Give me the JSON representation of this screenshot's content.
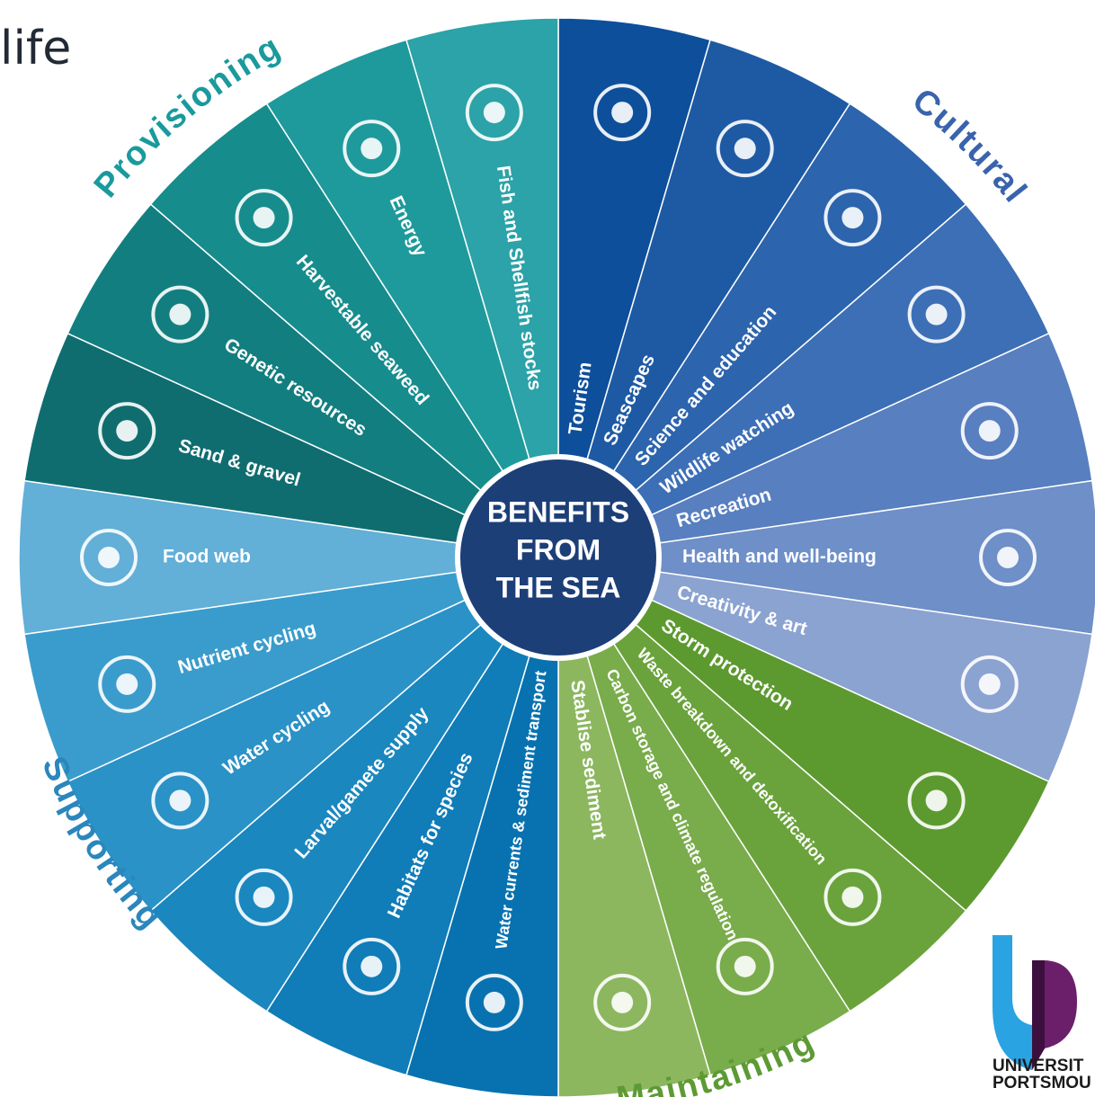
{
  "title": "life",
  "center_label": [
    "BENEFITS",
    "FROM",
    "THE SEA"
  ],
  "categories": [
    {
      "name": "Provisioning",
      "color": "#1a9a9d"
    },
    {
      "name": "Cultural",
      "color": "#3a63ad"
    },
    {
      "name": "Maintaining",
      "color": "#5d9a34"
    },
    {
      "name": "Supporting",
      "color": "#2b86bc"
    }
  ],
  "segments": [
    {
      "label": "Tourism",
      "icon": "cruise-ship-icon",
      "color": "#0d4f9b"
    },
    {
      "label": "Seascapes",
      "icon": "iceberg-icon",
      "color": "#1e5aa4"
    },
    {
      "label": "Science and education",
      "icon": "books-icon",
      "color": "#2c64ad"
    },
    {
      "label": "Wildlife watching",
      "icon": "dolphin-icon",
      "color": "#3d6fb6"
    },
    {
      "label": "Recreation",
      "icon": "kayak-icon",
      "color": "#587fbf"
    },
    {
      "label": "Health and well-being",
      "icon": "heart-icon",
      "color": "#6e8fc7"
    },
    {
      "label": "Creativity & art",
      "icon": "palette-icon",
      "color": "#8aa3d1"
    },
    {
      "label": "Storm protection",
      "icon": "wave-icon",
      "color": "#5c9a2f"
    },
    {
      "label": "Waste breakdown and detoxification",
      "icon": "recycle-icon",
      "color": "#6aa33c"
    },
    {
      "label": "Carbon storage and climate regulation",
      "icon": "globe-thermometer-icon",
      "color": "#79ac4b"
    },
    {
      "label": "Stablise sediment",
      "icon": "roots-icon",
      "color": "#8cb75f"
    },
    {
      "label": "Water currents & sediment transport",
      "icon": "current-map-icon",
      "color": "#0872b0"
    },
    {
      "label": "Habitats for species",
      "icon": "seaweed-fish-icon",
      "color": "#107cb8"
    },
    {
      "label": "Larval/gamete supply",
      "icon": "eggs-icon",
      "color": "#1a87bf"
    },
    {
      "label": "Water cycling",
      "icon": "tap-icon",
      "color": "#2a92c6"
    },
    {
      "label": "Nutrient cycling",
      "icon": "cnp-cycle-icon",
      "color": "#3a9ccc"
    },
    {
      "label": "Food web",
      "icon": "fish-icon",
      "color": "#62afd8"
    },
    {
      "label": "Sand & gravel",
      "icon": "sandcastle-icon",
      "color": "#0f6d70"
    },
    {
      "label": "Genetic resources",
      "icon": "dna-icon",
      "color": "#137e7f"
    },
    {
      "label": "Harvestable seaweed",
      "icon": "seaweed-icon",
      "color": "#178c8d"
    },
    {
      "label": "Energy",
      "icon": "lightning-icon",
      "color": "#1e9a9c"
    },
    {
      "label": "Fish and Shellfish stocks",
      "icon": "shell-fish-icon",
      "color": "#2ba3a8"
    }
  ],
  "logo_text": [
    "UNIVERSIT",
    "PORTSMOU"
  ]
}
